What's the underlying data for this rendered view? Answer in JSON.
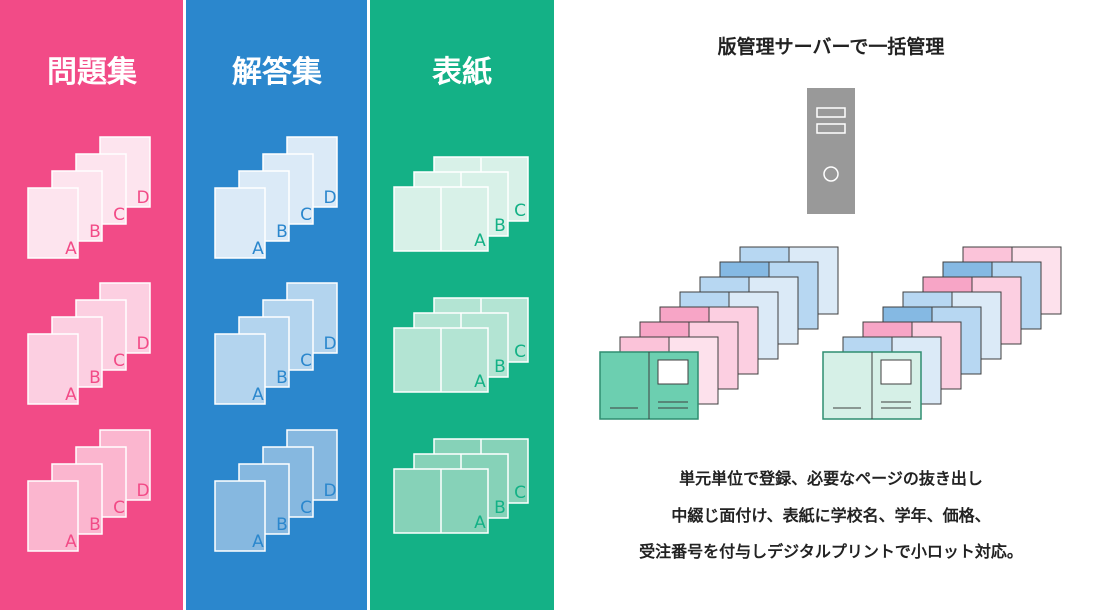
{
  "columns": [
    {
      "title": "問題集",
      "bg": "#f24b87",
      "stroke": "#ffffff",
      "letter_color": "#f24b87",
      "letters": [
        "A",
        "B",
        "C",
        "D"
      ],
      "fills": [
        "#fde4ee",
        "#fccfe1",
        "#fbb6cf"
      ]
    },
    {
      "title": "解答集",
      "bg": "#2b87cd",
      "stroke": "#ffffff",
      "letter_color": "#2b87cd",
      "letters": [
        "A",
        "B",
        "C",
        "D"
      ],
      "fills": [
        "#dbeaf7",
        "#b3d4ee",
        "#86b8e0"
      ]
    },
    {
      "title": "表紙",
      "bg": "#14b186",
      "stroke": "#ffffff",
      "letter_color": "#14b186",
      "letters": [
        "A",
        "B",
        "C"
      ],
      "fills": [
        "#d8f1e8",
        "#b3e4d3",
        "#86d2b8"
      ]
    }
  ],
  "server": {
    "title": "版管理サーバーで一括管理",
    "icon": "server-tower-icon",
    "color": "#999999"
  },
  "booklets": [
    {
      "cover_fill": "#6ccfb0",
      "cover_stroke": "#2f8d70",
      "page_stroke": "#3f3f3f"
    },
    {
      "cover_fill": "#d6f0e7",
      "cover_stroke": "#2f8d70",
      "page_stroke": "#3f3f3f"
    }
  ],
  "description": [
    "単元単位で登録、必要なページの抜き出し",
    "中綴じ面付け、表紙に学校名、学年、価格、",
    "受注番号を付与しデジタルプリントで小ロット対応。"
  ]
}
